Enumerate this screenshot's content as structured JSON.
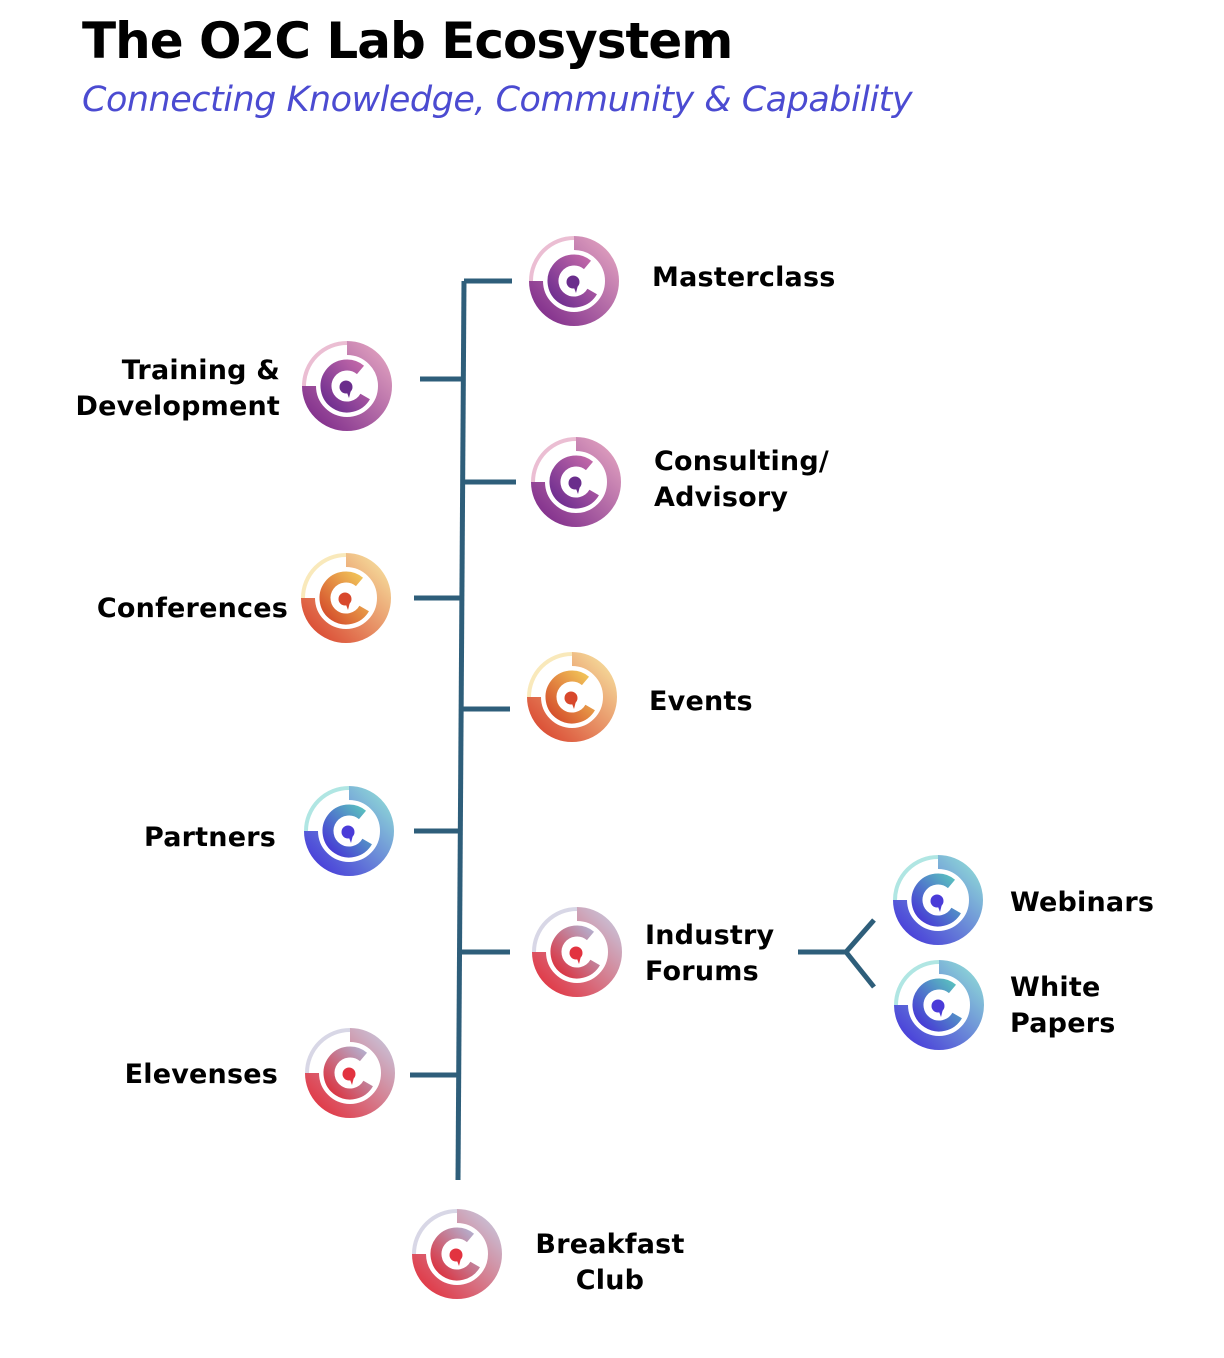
{
  "header": {
    "title": "The O2C Lab Ecosystem",
    "subtitle": "Connecting Knowledge, Community & Capability"
  },
  "palettes": {
    "purple": {
      "outer_a": "#e2a3c0",
      "outer_b": "#7d2a8a",
      "inner_a": "#c46aa9",
      "inner_b": "#6c2c8f",
      "core": "#6a2d8c"
    },
    "orange": {
      "outer_a": "#f6df9e",
      "outer_b": "#d9452f",
      "inner_a": "#f2c75a",
      "inner_b": "#d44a2a",
      "core": "#d8482c"
    },
    "blue": {
      "outer_a": "#8fdbd7",
      "outer_b": "#4536d9",
      "inner_a": "#5ac3bf",
      "inner_b": "#4633d6",
      "core": "#4a3bd8"
    },
    "red": {
      "outer_a": "#c8c6dc",
      "outer_b": "#e2303d",
      "inner_a": "#b4b1d0",
      "inner_b": "#dc2f3c",
      "core": "#e23340"
    }
  },
  "line_color": "#2e5e7a",
  "nodes": {
    "training": {
      "label": "Training &\nDevelopment",
      "palette": "purple"
    },
    "masterclass": {
      "label": "Masterclass",
      "palette": "purple"
    },
    "consulting": {
      "label": "Consulting/\nAdvisory",
      "palette": "purple"
    },
    "conferences": {
      "label": "Conferences",
      "palette": "orange"
    },
    "events": {
      "label": "Events",
      "palette": "orange"
    },
    "partners": {
      "label": "Partners",
      "palette": "blue"
    },
    "industry_forums": {
      "label": "Industry\nForums",
      "palette": "red"
    },
    "webinars": {
      "label": "Webinars",
      "palette": "blue"
    },
    "white_papers": {
      "label": "White\nPapers",
      "palette": "blue"
    },
    "elevenses": {
      "label": "Elevenses",
      "palette": "red"
    },
    "breakfast_club": {
      "label": "Breakfast\nClub",
      "palette": "red"
    }
  }
}
